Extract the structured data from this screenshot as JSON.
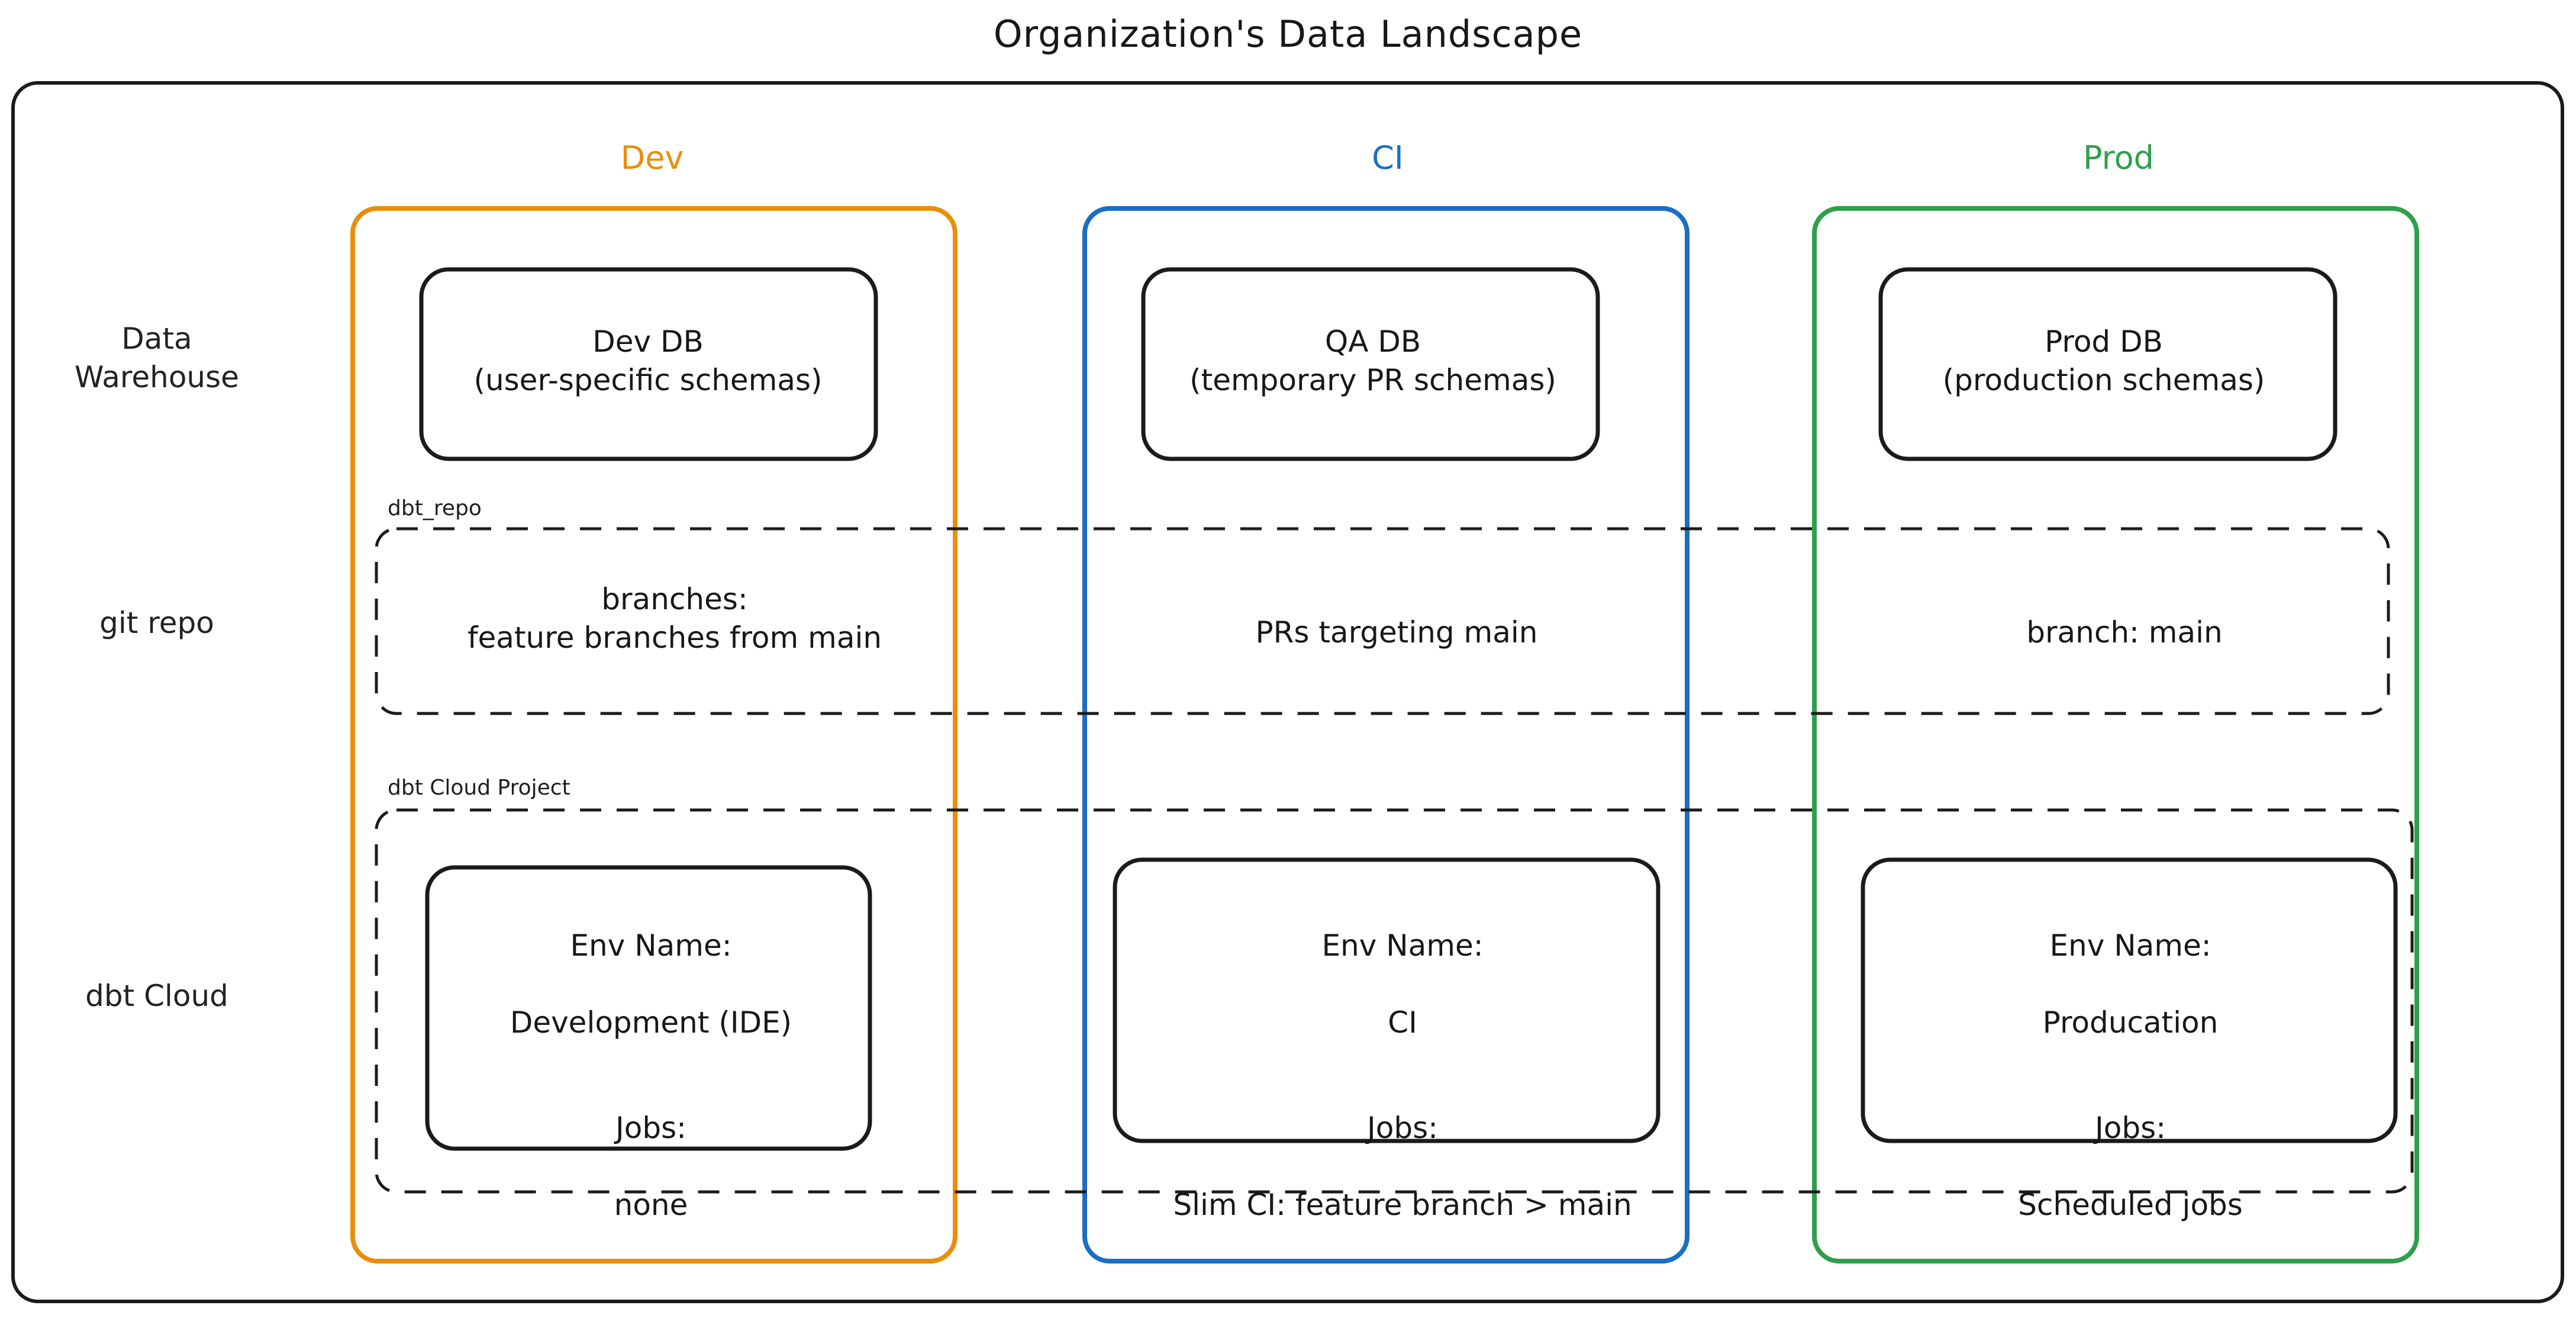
{
  "title": "Organization's Data Landscape",
  "colors": {
    "dev": "#e98e0b",
    "ci": "#1a6ec4",
    "prod": "#2fa04a",
    "outline": "#1b1b1b",
    "background": "#ffffff"
  },
  "columns": [
    {
      "key": "dev",
      "label": "Dev"
    },
    {
      "key": "ci",
      "label": "CI"
    },
    {
      "key": "prod",
      "label": "Prod"
    }
  ],
  "rows": [
    {
      "key": "data_warehouse",
      "label": "Data\nWarehouse"
    },
    {
      "key": "git_repo",
      "label": "git repo"
    },
    {
      "key": "dbt_cloud",
      "label": "dbt Cloud"
    }
  ],
  "groups": {
    "git_repo_container_label": "dbt_repo",
    "dbt_cloud_container_label": "dbt Cloud Project"
  },
  "cells": {
    "data_warehouse": {
      "dev": "Dev DB\n(user-specific schemas)",
      "ci": "QA DB\n(temporary PR schemas)",
      "prod": "Prod DB\n(production schemas)"
    },
    "git_repo": {
      "dev": "branches:\nfeature branches from main",
      "ci": "PRs targeting main",
      "prod": "branch: main"
    },
    "dbt_cloud": {
      "dev": {
        "env_name_label": "Env Name:",
        "env_name": "Development (IDE)",
        "jobs_label": "Jobs:",
        "jobs": "none"
      },
      "ci": {
        "env_name_label": "Env Name:",
        "env_name": "CI",
        "jobs_label": "Jobs:",
        "jobs": "Slim CI: feature branch > main"
      },
      "prod": {
        "env_name_label": "Env Name:",
        "env_name": "Producation",
        "jobs_label": "Jobs:",
        "jobs": "Scheduled jobs"
      }
    }
  }
}
